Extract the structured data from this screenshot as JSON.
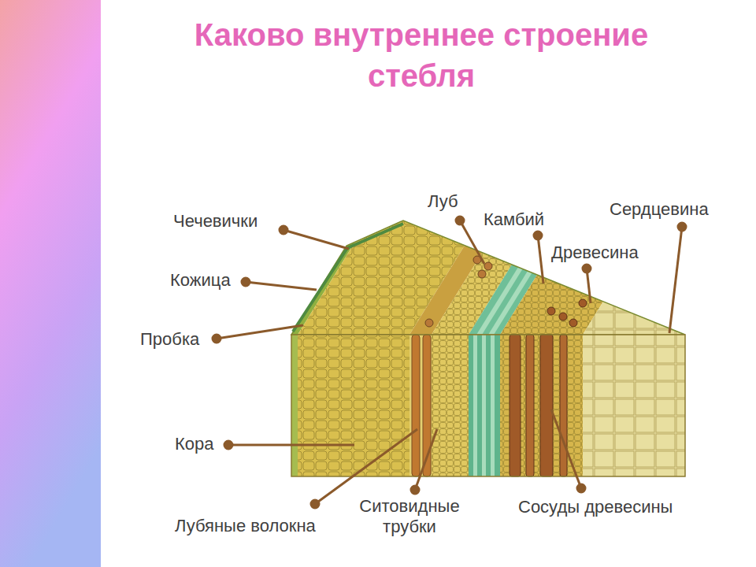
{
  "diagram": {
    "title": "Каково внутреннее строение стебля",
    "labels": [
      "Чечевички",
      "Луб",
      "Камбий",
      "Сердцевина",
      "Древесина",
      "Кожица",
      "Пробка",
      "Кора",
      "Ситовидные трубки",
      "Сосуды древесины",
      "Лубяные волокна"
    ]
  }
}
